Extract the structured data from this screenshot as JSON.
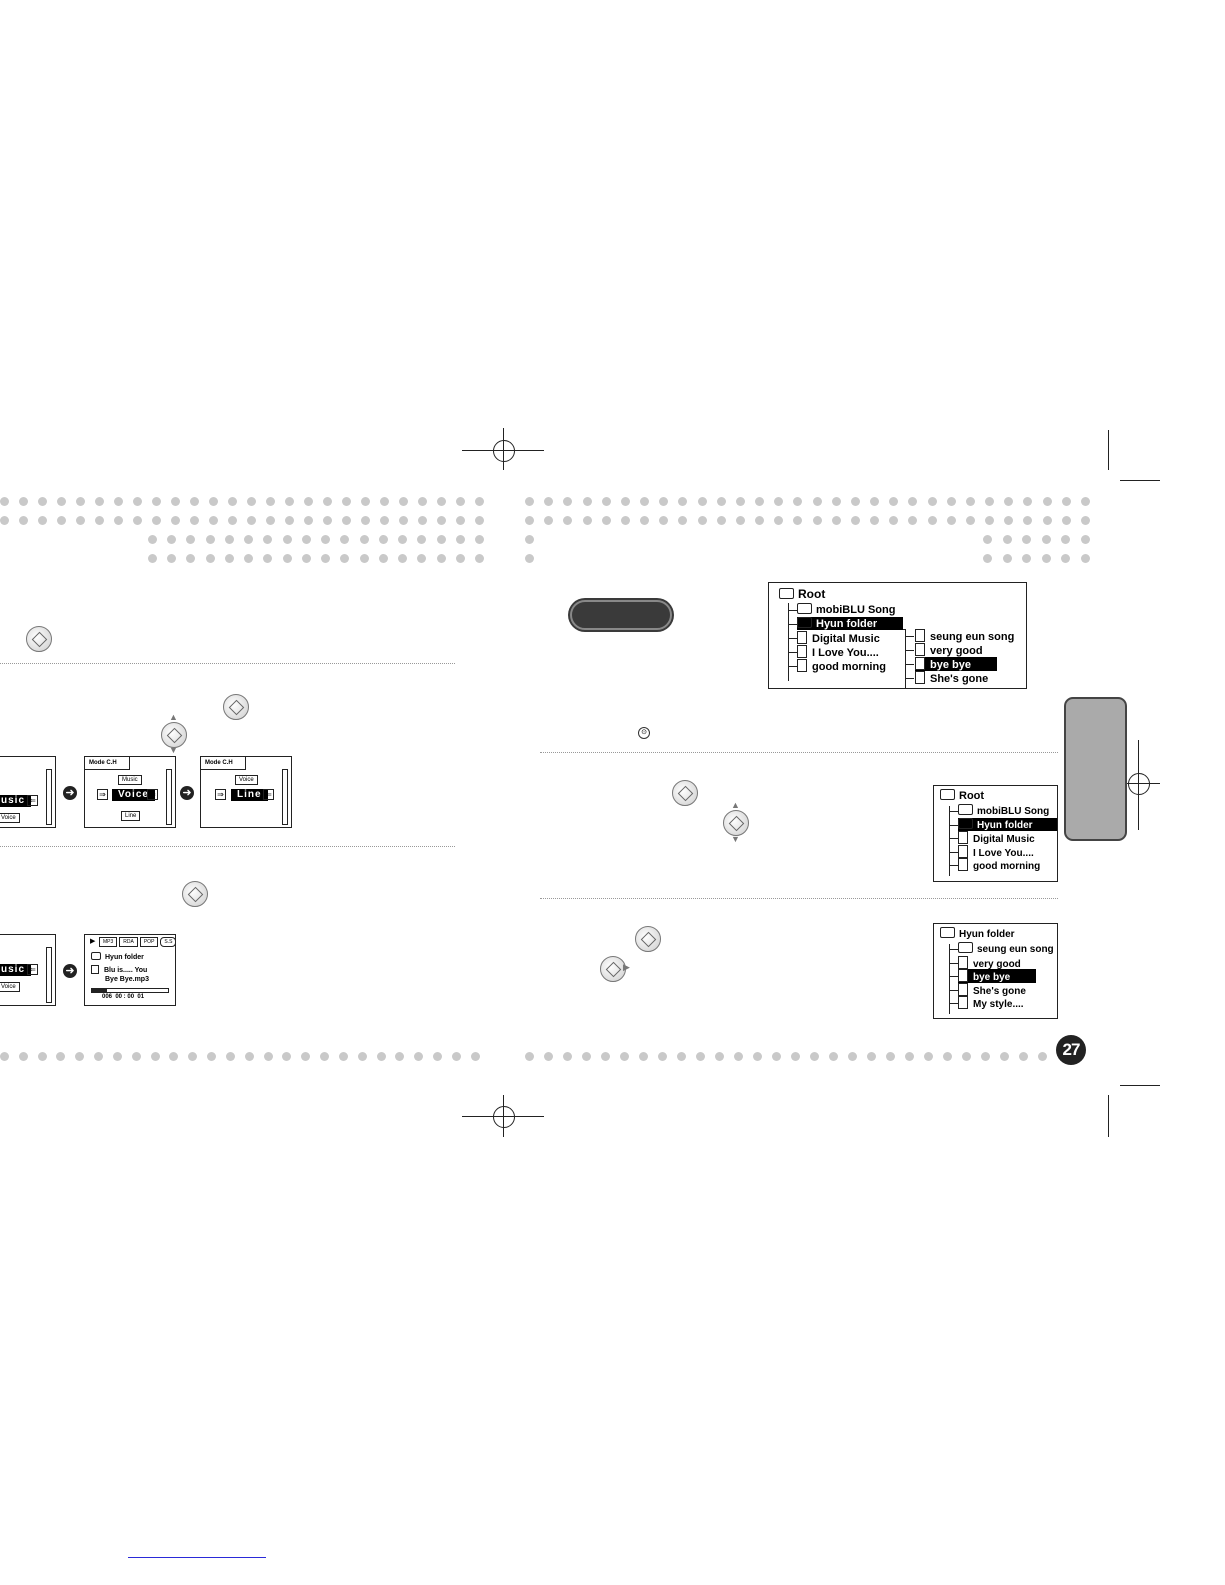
{
  "page_number": "27",
  "left_panel": {
    "screen1": {
      "title": "",
      "selected": "usic",
      "sub": "Voice"
    },
    "screen2": {
      "title": "Mode C.H",
      "top": "Music",
      "selected": "Voice",
      "sub": "Line"
    },
    "screen3": {
      "title": "Mode C.H",
      "top": "Voice",
      "selected": "Line"
    },
    "screen4": {
      "selected": "usic",
      "sub": "Voice"
    },
    "screen5": {
      "tags": [
        "MP3",
        "RDA",
        "POP",
        "S.S"
      ],
      "folder": "Hyun folder",
      "artist": "Blu is..... You",
      "file": "Bye Bye.mp3",
      "counter": "006  00 : 00  01",
      "progress": 0.2
    }
  },
  "tree_large": {
    "root": "Root",
    "items": [
      "mobiBLU Song",
      "Hyun folder",
      "Digital Music",
      "I Love You....",
      "good morning"
    ],
    "selected_index": 1,
    "sub_items": [
      "seung eun song",
      "very good",
      "bye bye",
      "She's gone"
    ],
    "sub_selected_index": 2
  },
  "tree_root": {
    "root": "Root",
    "items": [
      "mobiBLU Song",
      "Hyun folder",
      "Digital Music",
      "I Love You....",
      "good morning"
    ],
    "selected_index": 1
  },
  "tree_folder": {
    "root": "Hyun folder",
    "items": [
      "seung eun song",
      "very good",
      "bye bye",
      "She's gone",
      "My style...."
    ],
    "selected_index": 2
  }
}
